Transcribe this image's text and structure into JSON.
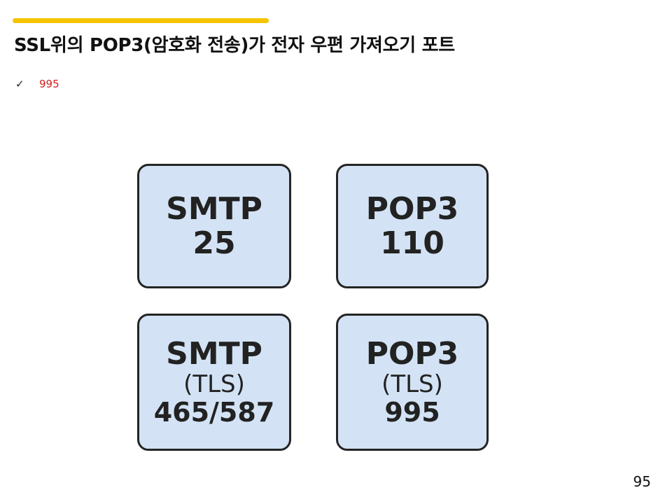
{
  "slide": {
    "accent_color": "#f5c400",
    "title": "SSL위의 POP3(암호화 전송)가 전자 우편 가져오기 포트",
    "bullet": {
      "icon": "checkmark-icon",
      "glyph": "✓",
      "text": "995",
      "color": "#d21f1f"
    },
    "page_number": "95"
  },
  "ports": [
    {
      "protocol": "SMTP",
      "qualifier": "",
      "port": "25"
    },
    {
      "protocol": "POP3",
      "qualifier": "",
      "port": "110"
    },
    {
      "protocol": "SMTP",
      "qualifier": "(TLS)",
      "port": "465/587"
    },
    {
      "protocol": "POP3",
      "qualifier": "(TLS)",
      "port": "995"
    }
  ],
  "card_colors": {
    "fill": "#d3e3f5",
    "border": "#242424"
  }
}
